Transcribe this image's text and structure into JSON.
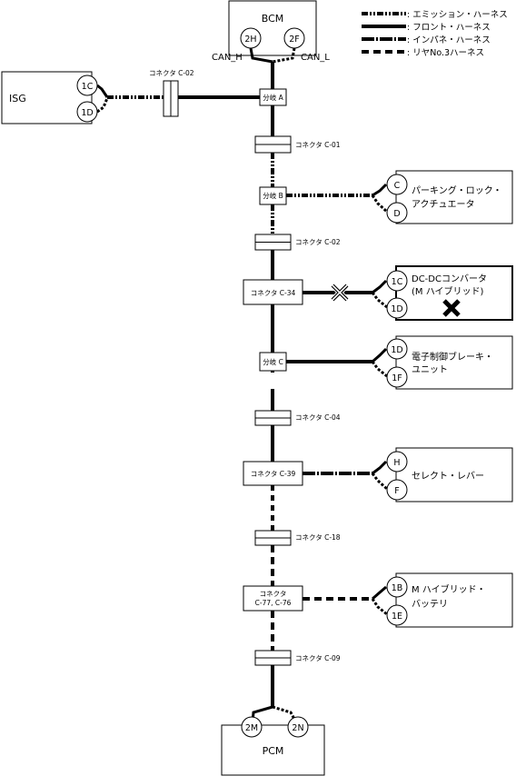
{
  "legend": [
    {
      "label": ": エミッション・ハーネス",
      "style": "emission"
    },
    {
      "label": ": フロント・ハーネス",
      "style": "front"
    },
    {
      "label": ": インパネ・ハーネス",
      "style": "inpane"
    },
    {
      "label": ": リヤNo.3ハーネス",
      "style": "rear"
    }
  ],
  "bcm": {
    "label": "BCM",
    "pin_h": "2H",
    "pin_l": "2F",
    "can_h": "CAN_H",
    "can_l": "CAN_L"
  },
  "isg": {
    "label": "ISG",
    "pin1": "1C",
    "pin2": "1D",
    "connector": "コネクタ C-02"
  },
  "branches": {
    "a": "分岐 A",
    "b": "分岐 B",
    "c": "分岐 C"
  },
  "connectors": {
    "c01": "コネクタ C-01",
    "c02": "コネクタ C-02",
    "c34": "コネクタ C-34",
    "c04": "コネクタ C-04",
    "c39": "コネクタ C-39",
    "c18": "コネクタ C-18",
    "c77_line1": "コネクタ",
    "c77_line2": "C-77, C-76",
    "c09": "コネクタ C-09"
  },
  "parking": {
    "line1": "パーキング・ロック・",
    "line2": "アクチュエータ",
    "pin1": "C",
    "pin2": "D"
  },
  "dcdc": {
    "line1": "DC-DCコンバータ",
    "line2": "(M ハイブリッド)",
    "pin1": "1C",
    "pin2": "1D"
  },
  "ebrake": {
    "line1": "電子制御ブレーキ・",
    "line2": "ユニット",
    "pin1": "1D",
    "pin2": "1F"
  },
  "select": {
    "label": "セレクト・レバー",
    "pin1": "H",
    "pin2": "F"
  },
  "battery": {
    "line1": "M ハイブリッド・",
    "line2": "バッテリ",
    "pin1": "1B",
    "pin2": "1E"
  },
  "pcm": {
    "label": "PCM",
    "pin1": "2M",
    "pin2": "2N"
  },
  "status": {
    "failed_module": "dcdc"
  }
}
